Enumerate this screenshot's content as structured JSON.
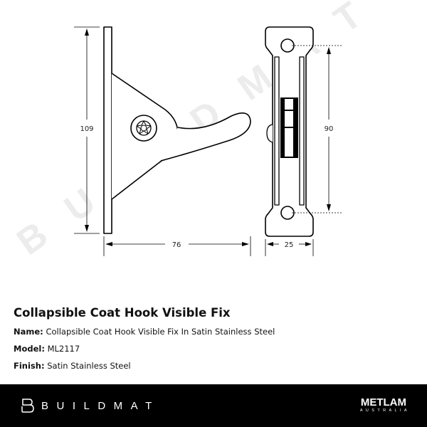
{
  "drawing": {
    "dim_height": "109",
    "dim_width": "76",
    "dim_hole_spacing": "90",
    "dim_plate_width": "25",
    "watermark": "BUILDMAT"
  },
  "product": {
    "title": "Collapsible Coat Hook Visible Fix",
    "name_label": "Name:",
    "name_value": "Collapsible Coat Hook Visible Fix In Satin Stainless Steel",
    "model_label": "Model:",
    "model_value": "ML2117",
    "finish_label": "Finish:",
    "finish_value": "Satin Stainless Steel"
  },
  "footer": {
    "brand": "BUILDMAT",
    "partner_main": "METLAM",
    "partner_sub": "AUSTRALIA",
    "background": "#000000"
  }
}
